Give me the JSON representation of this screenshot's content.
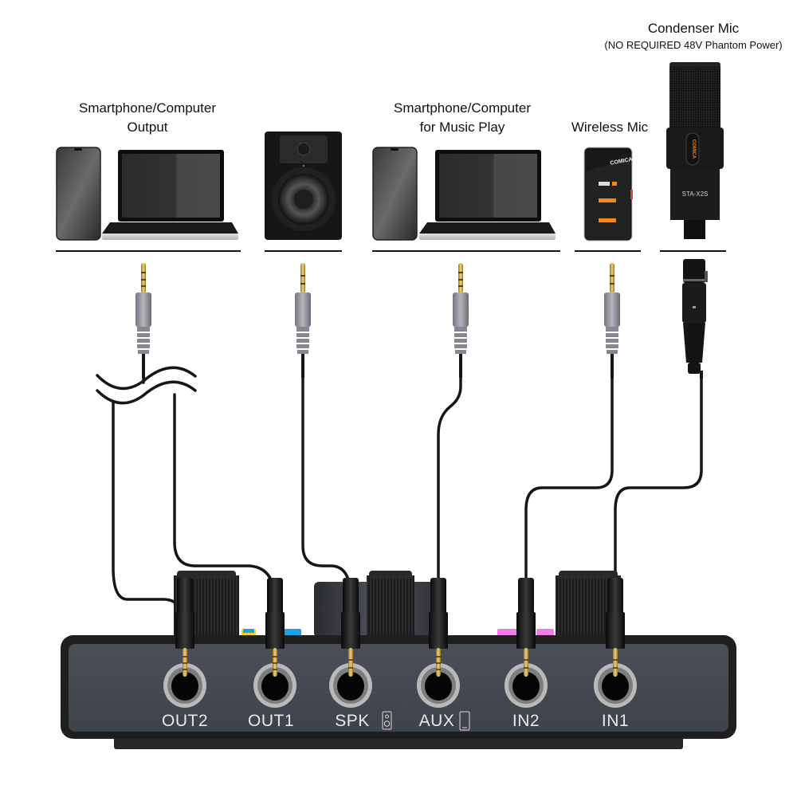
{
  "captions": {
    "output_device": {
      "line1": "Smartphone/Computer",
      "line2": "Output"
    },
    "music_device": {
      "line1": "Smartphone/Computer",
      "line2": "for Music Play"
    },
    "wireless_mic": {
      "line1": "Wireless Mic"
    },
    "condenser_mic": {
      "line1": "Condenser Mic",
      "line2": "(NO REQUIRED 48V Phantom Power)"
    }
  },
  "devices": {
    "wireless_mic_brand": "COMICA",
    "condenser_mic_brand": "COMICA",
    "condenser_mic_model": "STA-X2S"
  },
  "interface": {
    "ports": [
      {
        "label": "OUT2",
        "icon": null
      },
      {
        "label": "OUT1",
        "icon": null
      },
      {
        "label": "SPK",
        "icon": "speaker-icon"
      },
      {
        "label": "AUX",
        "icon": "phone-icon"
      },
      {
        "label": "IN2",
        "icon": null
      },
      {
        "label": "IN1",
        "icon": null
      }
    ],
    "accent_colors": {
      "blue": "#1aa3e8",
      "yellow": "#f2d21b",
      "pink": "#f27be8"
    }
  },
  "connections": [
    {
      "from": "Smartphone/Computer Output",
      "to": "OUT2",
      "connector": "3.5mm TRRS",
      "note": "cable break symbol"
    },
    {
      "from": "Smartphone/Computer Output",
      "to": "OUT1",
      "connector": "3.5mm TRRS"
    },
    {
      "from": "Speaker",
      "to": "SPK",
      "connector": "3.5mm TRS"
    },
    {
      "from": "Smartphone/Computer for Music Play",
      "to": "AUX",
      "connector": "3.5mm TRRS"
    },
    {
      "from": "Wireless Mic",
      "to": "IN2",
      "connector": "3.5mm TRS"
    },
    {
      "from": "Condenser Mic",
      "to": "IN1",
      "connector": "XLR female"
    }
  ]
}
